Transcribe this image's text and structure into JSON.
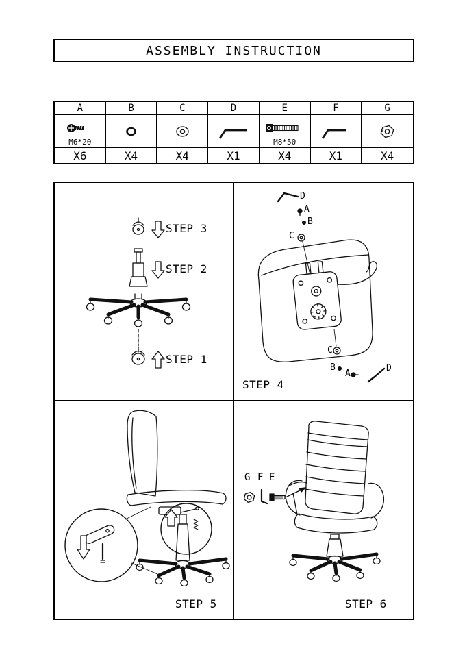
{
  "title": "ASSEMBLY INSTRUCTION",
  "parts": {
    "a": {
      "label": "A",
      "icon": "pan-head-screw-icon",
      "spec": "M6*20",
      "qty": "X6"
    },
    "b": {
      "label": "B",
      "icon": "spring-washer-icon",
      "spec": "",
      "qty": "X4"
    },
    "c": {
      "label": "C",
      "icon": "flat-washer-icon",
      "spec": "",
      "qty": "X4"
    },
    "d": {
      "label": "D",
      "icon": "allen-key-icon",
      "spec": "",
      "qty": "X1"
    },
    "e": {
      "label": "E",
      "icon": "socket-bolt-icon",
      "spec": "M8*50",
      "qty": "X4"
    },
    "f": {
      "label": "F",
      "icon": "allen-key-icon",
      "spec": "",
      "qty": "X1"
    },
    "g": {
      "label": "G",
      "icon": "cap-nut-icon",
      "spec": "",
      "qty": "X4"
    }
  },
  "steps": {
    "s1": "STEP 1",
    "s2": "STEP 2",
    "s3": "STEP 3",
    "s4": "STEP 4",
    "s5": "STEP 5",
    "s6": "STEP 6"
  },
  "step4_callouts": {
    "top_d": "D",
    "top_a": "A",
    "top_b": "B",
    "top_c": "C",
    "bottom_c": "C",
    "bottom_b": "B",
    "bottom_a": "A",
    "bottom_d": "D"
  },
  "step6_tools": {
    "g": "G",
    "f": "F",
    "e": "E"
  }
}
